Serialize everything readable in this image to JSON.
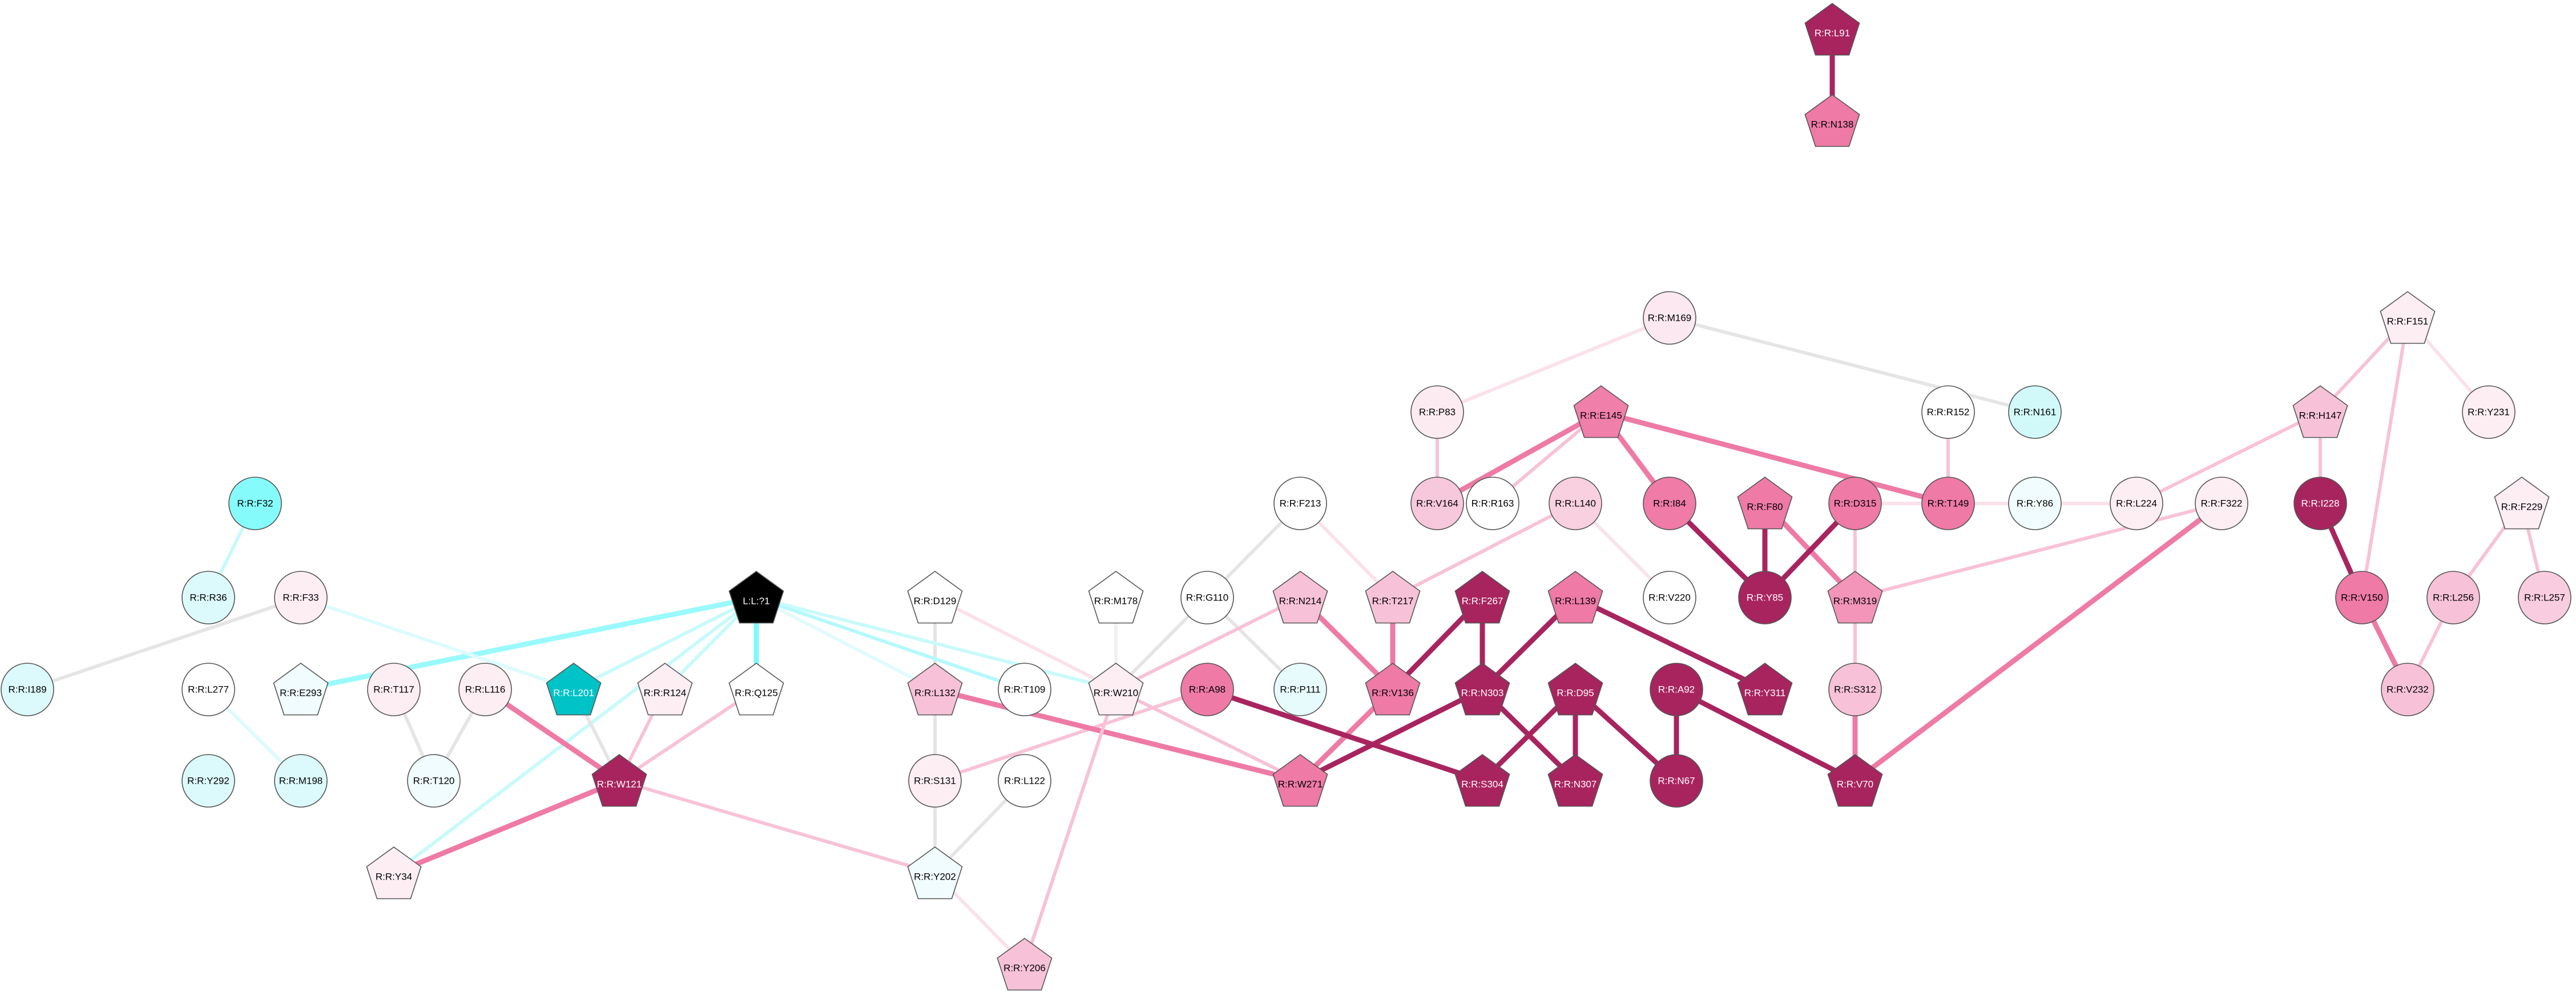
{
  "colors": {
    "background": "#ffffff",
    "node_outline": "#555555",
    "label_dark": "#000000",
    "label_light": "#ffffff"
  },
  "nodes": [
    {
      "id": "L91",
      "label": "R:R:L91",
      "shape": "pentagon",
      "fill": "#a8245f"
    },
    {
      "id": "N138",
      "label": "R:R:N138",
      "shape": "pentagon",
      "fill": "#ee7aa5"
    },
    {
      "id": "M169",
      "label": "R:R:M169",
      "shape": "circle",
      "fill": "#fbe8f0"
    },
    {
      "id": "F151",
      "label": "R:R:F151",
      "shape": "pentagon",
      "fill": "#fdeef4"
    },
    {
      "id": "P83",
      "label": "R:R:P83",
      "shape": "circle",
      "fill": "#fcecf2"
    },
    {
      "id": "E145",
      "label": "R:R:E145",
      "shape": "pentagon",
      "fill": "#f07fa9"
    },
    {
      "id": "R152",
      "label": "R:R:R152",
      "shape": "circle",
      "fill": "#ffffff"
    },
    {
      "id": "N161",
      "label": "R:R:N161",
      "shape": "circle",
      "fill": "#d2f9fa"
    },
    {
      "id": "H147",
      "label": "R:R:H147",
      "shape": "pentagon",
      "fill": "#f7c2d7"
    },
    {
      "id": "Y231",
      "label": "R:R:Y231",
      "shape": "circle",
      "fill": "#fdeef4"
    },
    {
      "id": "F32",
      "label": "R:R:F32",
      "shape": "circle",
      "fill": "#86fbfc"
    },
    {
      "id": "F213",
      "label": "R:R:F213",
      "shape": "circle",
      "fill": "#ffffff"
    },
    {
      "id": "V164",
      "label": "R:R:V164",
      "shape": "circle",
      "fill": "#f7c8db"
    },
    {
      "id": "R163",
      "label": "R:R:R163",
      "shape": "circle",
      "fill": "#ffffff"
    },
    {
      "id": "L140",
      "label": "R:R:L140",
      "shape": "circle",
      "fill": "#f9d0e0"
    },
    {
      "id": "I84",
      "label": "R:R:I84",
      "shape": "circle",
      "fill": "#ef7ba6"
    },
    {
      "id": "F80",
      "label": "R:R:F80",
      "shape": "pentagon",
      "fill": "#ee7aa5"
    },
    {
      "id": "D315",
      "label": "R:R:D315",
      "shape": "circle",
      "fill": "#ee7aa5"
    },
    {
      "id": "T149",
      "label": "R:R:T149",
      "shape": "circle",
      "fill": "#ee7aa5"
    },
    {
      "id": "Y86",
      "label": "R:R:Y86",
      "shape": "circle",
      "fill": "#f0fcfd"
    },
    {
      "id": "L224",
      "label": "R:R:L224",
      "shape": "circle",
      "fill": "#fdeef4"
    },
    {
      "id": "F322",
      "label": "R:R:F322",
      "shape": "circle",
      "fill": "#fdeef4"
    },
    {
      "id": "I228",
      "label": "R:R:I228",
      "shape": "circle",
      "fill": "#a8245f"
    },
    {
      "id": "F229",
      "label": "R:R:F229",
      "shape": "pentagon",
      "fill": "#fdeef4"
    },
    {
      "id": "R36",
      "label": "R:R:R36",
      "shape": "circle",
      "fill": "#dcfafb"
    },
    {
      "id": "F33",
      "label": "R:R:F33",
      "shape": "circle",
      "fill": "#fdeef4"
    },
    {
      "id": "L91_lig",
      "label": "L:L:?1",
      "shape": "pentagon",
      "fill": "#000000"
    },
    {
      "id": "D129",
      "label": "R:R:D129",
      "shape": "pentagon",
      "fill": "#ffffff"
    },
    {
      "id": "M178",
      "label": "R:R:M178",
      "shape": "pentagon",
      "fill": "#ffffff"
    },
    {
      "id": "G110",
      "label": "R:R:G110",
      "shape": "circle",
      "fill": "#ffffff"
    },
    {
      "id": "N214",
      "label": "R:R:N214",
      "shape": "pentagon",
      "fill": "#f7c2d7"
    },
    {
      "id": "T217",
      "label": "R:R:T217",
      "shape": "pentagon",
      "fill": "#f7c2d7"
    },
    {
      "id": "F267",
      "label": "R:R:F267",
      "shape": "pentagon",
      "fill": "#a8245f"
    },
    {
      "id": "L139",
      "label": "R:R:L139",
      "shape": "pentagon",
      "fill": "#ee7aa5"
    },
    {
      "id": "V220",
      "label": "R:R:V220",
      "shape": "circle",
      "fill": "#ffffff"
    },
    {
      "id": "Y85",
      "label": "R:R:Y85",
      "shape": "circle",
      "fill": "#a8245f"
    },
    {
      "id": "M319",
      "label": "R:R:M319",
      "shape": "pentagon",
      "fill": "#f295b8"
    },
    {
      "id": "V150",
      "label": "R:R:V150",
      "shape": "circle",
      "fill": "#ee7aa5"
    },
    {
      "id": "L256",
      "label": "R:R:L256",
      "shape": "circle",
      "fill": "#f7c2d7"
    },
    {
      "id": "L257",
      "label": "R:R:L257",
      "shape": "circle",
      "fill": "#f9cddf"
    },
    {
      "id": "I189",
      "label": "R:R:I189",
      "shape": "circle",
      "fill": "#dcfafb"
    },
    {
      "id": "L277",
      "label": "R:R:L277",
      "shape": "circle",
      "fill": "#ffffff"
    },
    {
      "id": "E293",
      "label": "R:R:E293",
      "shape": "pentagon",
      "fill": "#f0fcfd"
    },
    {
      "id": "T117",
      "label": "R:R:T117",
      "shape": "circle",
      "fill": "#fdeef4"
    },
    {
      "id": "L116",
      "label": "R:R:L116",
      "shape": "circle",
      "fill": "#fdeef4"
    },
    {
      "id": "L201",
      "label": "R:R:L201",
      "shape": "pentagon",
      "fill": "#00c3c7"
    },
    {
      "id": "R124",
      "label": "R:R:R124",
      "shape": "pentagon",
      "fill": "#fdeef4"
    },
    {
      "id": "Q125",
      "label": "R:R:Q125",
      "shape": "pentagon",
      "fill": "#ffffff"
    },
    {
      "id": "L132",
      "label": "R:R:L132",
      "shape": "pentagon",
      "fill": "#f7c2d7"
    },
    {
      "id": "T109",
      "label": "R:R:T109",
      "shape": "circle",
      "fill": "#ffffff"
    },
    {
      "id": "W210",
      "label": "R:R:W210",
      "shape": "pentagon",
      "fill": "#fdeef4"
    },
    {
      "id": "P111",
      "label": "R:R:P111",
      "shape": "circle",
      "fill": "#e8fbfc"
    },
    {
      "id": "A98",
      "label": "R:R:A98",
      "shape": "circle",
      "fill": "#ee7aa5"
    },
    {
      "id": "V136",
      "label": "R:R:V136",
      "shape": "pentagon",
      "fill": "#ee7aa5"
    },
    {
      "id": "N303",
      "label": "R:R:N303",
      "shape": "pentagon",
      "fill": "#a8245f"
    },
    {
      "id": "D95",
      "label": "R:R:D95",
      "shape": "pentagon",
      "fill": "#a8245f"
    },
    {
      "id": "A92",
      "label": "R:R:A92",
      "shape": "circle",
      "fill": "#a8245f"
    },
    {
      "id": "Y311",
      "label": "R:R:Y311",
      "shape": "pentagon",
      "fill": "#a8245f"
    },
    {
      "id": "S312",
      "label": "R:R:S312",
      "shape": "circle",
      "fill": "#f7c2d7"
    },
    {
      "id": "V232",
      "label": "R:R:V232",
      "shape": "circle",
      "fill": "#f7c2d7"
    },
    {
      "id": "Y292",
      "label": "R:R:Y292",
      "shape": "circle",
      "fill": "#dcfafb"
    },
    {
      "id": "M198",
      "label": "R:R:M198",
      "shape": "circle",
      "fill": "#dcfafb"
    },
    {
      "id": "T120",
      "label": "R:R:T120",
      "shape": "circle",
      "fill": "#f0fcfd"
    },
    {
      "id": "W121",
      "label": "R:R:W121",
      "shape": "pentagon",
      "fill": "#a8245f"
    },
    {
      "id": "S131",
      "label": "R:R:S131",
      "shape": "circle",
      "fill": "#fdeef4"
    },
    {
      "id": "L122",
      "label": "R:R:L122",
      "shape": "circle",
      "fill": "#ffffff"
    },
    {
      "id": "W271",
      "label": "R:R:W271",
      "shape": "pentagon",
      "fill": "#ee7aa5"
    },
    {
      "id": "S304",
      "label": "R:R:S304",
      "shape": "pentagon",
      "fill": "#a8245f"
    },
    {
      "id": "N307",
      "label": "R:R:N307",
      "shape": "pentagon",
      "fill": "#a8245f"
    },
    {
      "id": "N67",
      "label": "R:R:N67",
      "shape": "circle",
      "fill": "#a8245f"
    },
    {
      "id": "V70",
      "label": "R:R:V70",
      "shape": "pentagon",
      "fill": "#a8245f"
    },
    {
      "id": "Y34",
      "label": "R:R:Y34",
      "shape": "pentagon",
      "fill": "#fdeef4"
    },
    {
      "id": "Y202",
      "label": "R:R:Y202",
      "shape": "pentagon",
      "fill": "#f0fcfd"
    },
    {
      "id": "Y206",
      "label": "R:R:Y206",
      "shape": "pentagon",
      "fill": "#f7c2d7"
    }
  ],
  "edges": [
    {
      "source": "L91",
      "target": "N138",
      "color": "#a8245f",
      "weight": 3
    },
    {
      "source": "M169",
      "target": "P83",
      "color": "#fae1eb",
      "weight": 2
    },
    {
      "source": "M169",
      "target": "N161",
      "color": "#e5e5e5",
      "weight": 2
    },
    {
      "source": "P83",
      "target": "V164",
      "color": "#f7c2d7",
      "weight": 2
    },
    {
      "source": "E145",
      "target": "V164",
      "color": "#ee7aa5",
      "weight": 3
    },
    {
      "source": "E145",
      "target": "R163",
      "color": "#f7c2d7",
      "weight": 2
    },
    {
      "source": "E145",
      "target": "I84",
      "color": "#ee7aa5",
      "weight": 3
    },
    {
      "source": "E145",
      "target": "T149",
      "color": "#ee7aa5",
      "weight": 3
    },
    {
      "source": "R152",
      "target": "T149",
      "color": "#f7c2d7",
      "weight": 2
    },
    {
      "source": "F151",
      "target": "H147",
      "color": "#f7c2d7",
      "weight": 2
    },
    {
      "source": "F151",
      "target": "Y231",
      "color": "#fae1eb",
      "weight": 2
    },
    {
      "source": "F151",
      "target": "V150",
      "color": "#f7c2d7",
      "weight": 2
    },
    {
      "source": "H147",
      "target": "I228",
      "color": "#f7c2d7",
      "weight": 2
    },
    {
      "source": "H147",
      "target": "L224",
      "color": "#f7c2d7",
      "weight": 2
    },
    {
      "source": "I228",
      "target": "V150",
      "color": "#a8245f",
      "weight": 3
    },
    {
      "source": "V150",
      "target": "V232",
      "color": "#ee7aa5",
      "weight": 3
    },
    {
      "source": "F229",
      "target": "L256",
      "color": "#f7c2d7",
      "weight": 2
    },
    {
      "source": "F229",
      "target": "L257",
      "color": "#f7c2d7",
      "weight": 2
    },
    {
      "source": "L256",
      "target": "V232",
      "color": "#f7c2d7",
      "weight": 2
    },
    {
      "source": "F32",
      "target": "R36",
      "color": "#c8fafb",
      "weight": 2
    },
    {
      "source": "F33",
      "target": "I189",
      "color": "#e5e5e5",
      "weight": 2
    },
    {
      "source": "F213",
      "target": "T217",
      "color": "#fae1eb",
      "weight": 2
    },
    {
      "source": "F213",
      "target": "W210",
      "color": "#e5e5e5",
      "weight": 2
    },
    {
      "source": "L140",
      "target": "T217",
      "color": "#f7c2d7",
      "weight": 2
    },
    {
      "source": "L140",
      "target": "V220",
      "color": "#fae1eb",
      "weight": 2
    },
    {
      "source": "I84",
      "target": "Y85",
      "color": "#a8245f",
      "weight": 3
    },
    {
      "source": "F80",
      "target": "Y85",
      "color": "#a8245f",
      "weight": 3
    },
    {
      "source": "F80",
      "target": "M319",
      "color": "#ee7aa5",
      "weight": 3
    },
    {
      "source": "D315",
      "target": "Y85",
      "color": "#a8245f",
      "weight": 3
    },
    {
      "source": "D315",
      "target": "M319",
      "color": "#f7c2d7",
      "weight": 2
    },
    {
      "source": "L224",
      "target": "D315",
      "color": "#fae1eb",
      "weight": 2
    },
    {
      "source": "F322",
      "target": "M319",
      "color": "#f7c2d7",
      "weight": 2
    },
    {
      "source": "F322",
      "target": "V70",
      "color": "#ee7aa5",
      "weight": 3
    },
    {
      "source": "M319",
      "target": "S312",
      "color": "#f7c2d7",
      "weight": 2
    },
    {
      "source": "S312",
      "target": "V70",
      "color": "#ee7aa5",
      "weight": 3
    },
    {
      "source": "M178",
      "target": "W210",
      "color": "#f0f0f0",
      "weight": 2
    },
    {
      "source": "G110",
      "target": "P111",
      "color": "#e5e5e5",
      "weight": 2
    },
    {
      "source": "N214",
      "target": "V136",
      "color": "#ee7aa5",
      "weight": 3
    },
    {
      "source": "N214",
      "target": "W210",
      "color": "#f7c2d7",
      "weight": 2
    },
    {
      "source": "T217",
      "target": "V136",
      "color": "#ee7aa5",
      "weight": 3
    },
    {
      "source": "V136",
      "target": "W271",
      "color": "#ee7aa5",
      "weight": 3
    },
    {
      "source": "F267",
      "target": "V136",
      "color": "#a8245f",
      "weight": 3
    },
    {
      "source": "F267",
      "target": "N303",
      "color": "#a8245f",
      "weight": 3
    },
    {
      "source": "L139",
      "target": "N303",
      "color": "#a8245f",
      "weight": 3
    },
    {
      "source": "L139",
      "target": "Y311",
      "color": "#a8245f",
      "weight": 3
    },
    {
      "source": "N303",
      "target": "W271",
      "color": "#a8245f",
      "weight": 3
    },
    {
      "source": "N303",
      "target": "N307",
      "color": "#a8245f",
      "weight": 3
    },
    {
      "source": "D95",
      "target": "S304",
      "color": "#a8245f",
      "weight": 3
    },
    {
      "source": "D95",
      "target": "N307",
      "color": "#a8245f",
      "weight": 3
    },
    {
      "source": "D95",
      "target": "N67",
      "color": "#a8245f",
      "weight": 3
    },
    {
      "source": "A92",
      "target": "N67",
      "color": "#a8245f",
      "weight": 3
    },
    {
      "source": "A92",
      "target": "V70",
      "color": "#a8245f",
      "weight": 3
    },
    {
      "source": "A98",
      "target": "S304",
      "color": "#a8245f",
      "weight": 3
    },
    {
      "source": "A98",
      "target": "S131",
      "color": "#f7c2d7",
      "weight": 2
    },
    {
      "source": "L132",
      "target": "S131",
      "color": "#f7c2d7",
      "weight": 2
    },
    {
      "source": "L132",
      "target": "W271",
      "color": "#ee7aa5",
      "weight": 3
    },
    {
      "source": "W210",
      "target": "W271",
      "color": "#f7c2d7",
      "weight": 2
    },
    {
      "source": "W210",
      "target": "Y206",
      "color": "#f7c2d7",
      "weight": 2
    },
    {
      "source": "D129",
      "target": "W210",
      "color": "#fae1eb",
      "weight": 2
    },
    {
      "source": "D129",
      "target": "Y202",
      "color": "#e5e5e5",
      "weight": 2
    },
    {
      "source": "L122",
      "target": "Y202",
      "color": "#e5e5e5",
      "weight": 2
    },
    {
      "source": "Y202",
      "target": "Y206",
      "color": "#fae1eb",
      "weight": 2
    },
    {
      "source": "L91_lig",
      "target": "E293",
      "color": "#9af9fb",
      "weight": 3
    },
    {
      "source": "L91_lig",
      "target": "L201",
      "color": "#c8fafb",
      "weight": 2
    },
    {
      "source": "L91_lig",
      "target": "R124",
      "color": "#c8fafb",
      "weight": 2
    },
    {
      "source": "L91_lig",
      "target": "Q125",
      "color": "#7ff8fa",
      "weight": 3
    },
    {
      "source": "L91_lig",
      "target": "T109",
      "color": "#b4f9fb",
      "weight": 2
    },
    {
      "source": "L91_lig",
      "target": "W210",
      "color": "#c8fafb",
      "weight": 2
    },
    {
      "source": "L91_lig",
      "target": "L132",
      "color": "#e1fbfc",
      "weight": 2
    },
    {
      "source": "L91_lig",
      "target": "Y34",
      "color": "#c8fafb",
      "weight": 2
    },
    {
      "source": "F33",
      "target": "L201",
      "color": "#dcfbfc",
      "weight": 2
    },
    {
      "source": "L277",
      "target": "M198",
      "color": "#dcfbfc",
      "weight": 2
    },
    {
      "source": "L116",
      "target": "T120",
      "color": "#e5e5e5",
      "weight": 2
    },
    {
      "source": "T117",
      "target": "T120",
      "color": "#e5e5e5",
      "weight": 2
    },
    {
      "source": "L116",
      "target": "W121",
      "color": "#ee7aa5",
      "weight": 3
    },
    {
      "source": "L201",
      "target": "W121",
      "color": "#e5e5e5",
      "weight": 2
    },
    {
      "source": "R124",
      "target": "W121",
      "color": "#f7c2d7",
      "weight": 2
    },
    {
      "source": "Q125",
      "target": "W121",
      "color": "#f7c2d7",
      "weight": 2
    },
    {
      "source": "W121",
      "target": "Y34",
      "color": "#ee7aa5",
      "weight": 3
    },
    {
      "source": "W121",
      "target": "Y202",
      "color": "#f7c2d7",
      "weight": 2
    }
  ]
}
